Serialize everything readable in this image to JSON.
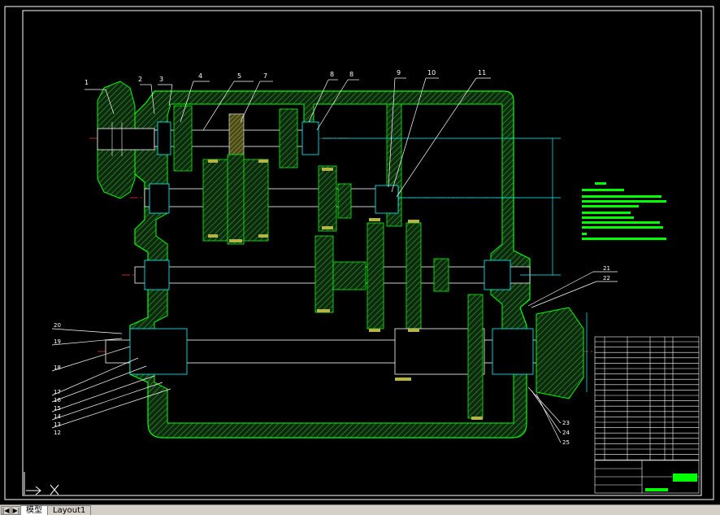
{
  "tabs": [
    {
      "label": "模型",
      "active": true
    },
    {
      "label": "Layout1",
      "active": false
    }
  ],
  "nav": [
    "|◀",
    "▶|"
  ],
  "part_numbers_top": [
    "1",
    "2",
    "3",
    "4",
    "5",
    "7",
    "8",
    "8",
    "9",
    "10",
    "11"
  ],
  "part_numbers_right": [
    "21",
    "22",
    "23",
    "24",
    "25"
  ],
  "part_numbers_left": [
    "20",
    "19",
    "18",
    "17",
    "16",
    "15",
    "14",
    "13",
    "12"
  ],
  "colors": {
    "background": "#000000",
    "housing": "#00ff00",
    "hatch": "#228822",
    "gear_fill": "#b5b545",
    "centerline": "#ff3030",
    "leader": "#ffffff",
    "dimension": "#00ffff",
    "notes": "#00ff00",
    "title_block": "#ffffff"
  }
}
